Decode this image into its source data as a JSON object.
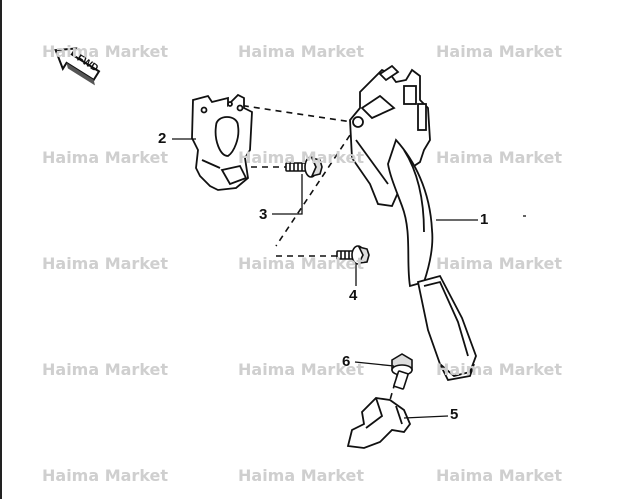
{
  "watermark": "Haima Market",
  "fwd_label": "FWD",
  "callouts": {
    "c1": "1",
    "c2": "2",
    "c3": "3",
    "c4": "4",
    "c5": "5",
    "c6": "6"
  }
}
